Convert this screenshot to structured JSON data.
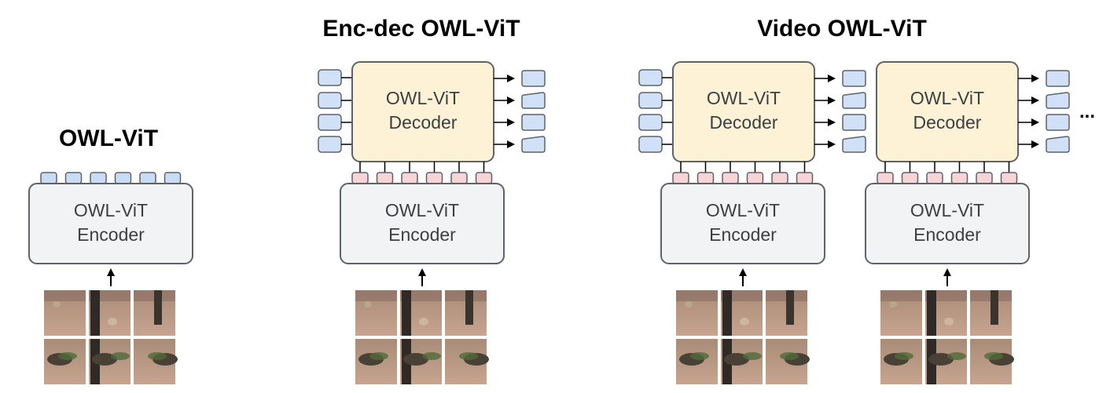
{
  "titles": {
    "owlvit": "OWL-ViT",
    "encdec": "Enc-dec OWL-ViT",
    "video": "Video OWL-ViT"
  },
  "labels": {
    "encoder_line1": "OWL-ViT",
    "encoder_line2": "Encoder",
    "decoder_line1": "OWL-ViT",
    "decoder_line2": "Decoder"
  },
  "continuation": "...",
  "colors": {
    "encoder_fill": "#f2f3f5",
    "decoder_fill": "#fdf2d5",
    "box_stroke": "#5f6368",
    "encoder_token_fill": "#c9dcf5",
    "query_token_fill": "#cfe0f7",
    "decoder_token_fill": "#f7d4d6",
    "arrow": "#000000"
  },
  "image_patches": {
    "description_icon": "image-patch-grid-icon",
    "rows": 2,
    "cols": 3
  }
}
